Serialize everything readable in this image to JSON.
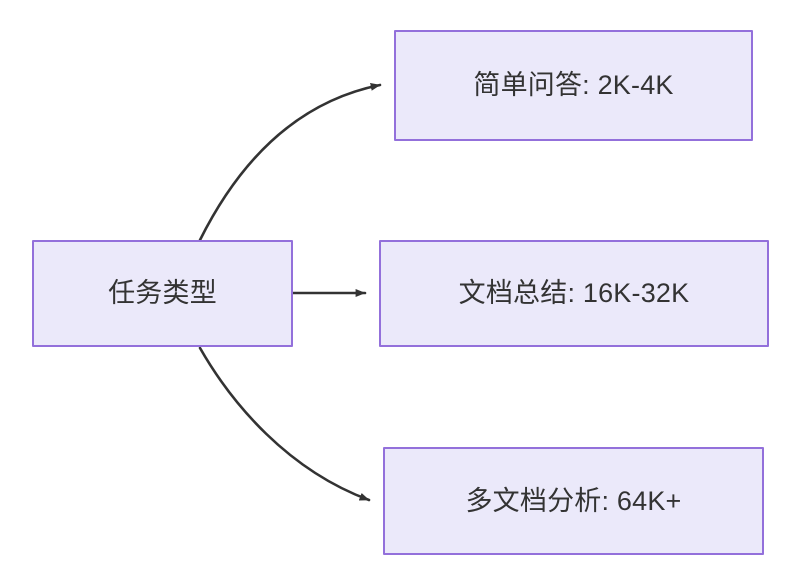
{
  "diagram": {
    "type": "flowchart",
    "direction": "left-to-right",
    "background_color": "#ffffff",
    "node_fill_color": "#ebe9fa",
    "node_border_color": "#9370db",
    "node_text_color": "#333333",
    "edge_color": "#333333"
  },
  "nodes": {
    "root": {
      "id": "root",
      "label": "任务类型"
    },
    "simple_qa": {
      "id": "simple_qa",
      "label": "简单问答: 2K-4K"
    },
    "doc_summary": {
      "id": "doc_summary",
      "label": "文档总结: 16K-32K"
    },
    "multi_doc": {
      "id": "multi_doc",
      "label": "多文档分析: 64K+"
    }
  },
  "edges": [
    {
      "from": "root",
      "to": "simple_qa",
      "style": "curved",
      "arrow": "arrowhead-end",
      "label": ""
    },
    {
      "from": "root",
      "to": "doc_summary",
      "style": "straight",
      "arrow": "arrowhead-end",
      "label": ""
    },
    {
      "from": "root",
      "to": "multi_doc",
      "style": "curved",
      "arrow": "arrowhead-end",
      "label": ""
    }
  ]
}
